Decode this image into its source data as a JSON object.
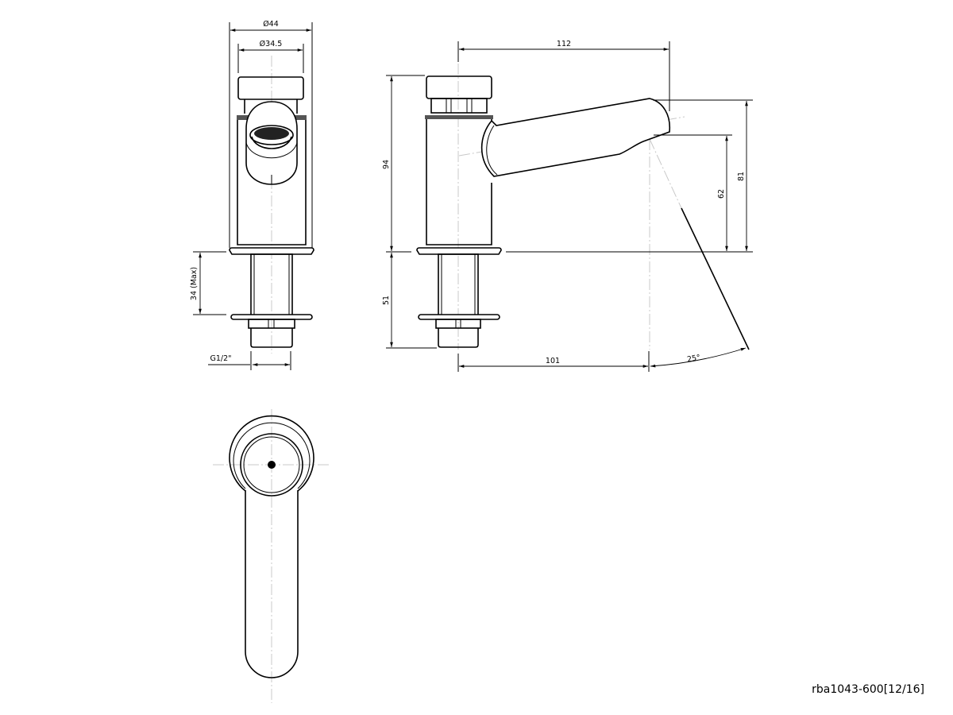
{
  "drawing": {
    "code": "rba1043-600[12/16]",
    "views": [
      "front-view",
      "side-view",
      "top-view"
    ]
  },
  "dimensions": {
    "outer_diameter": "Ø44",
    "inner_diameter": "Ø34.5",
    "thread_length": "34 (Max)",
    "thread_size": "G1/2\"",
    "total_height": "94",
    "shank_length": "51",
    "reach": "112",
    "outlet_height_top": "81",
    "outlet_height": "62",
    "outlet_projection": "101",
    "spray_angle": "25°"
  },
  "colors": {
    "line": "#000000",
    "centerline": "#c8c8c8",
    "background": "#ffffff"
  }
}
